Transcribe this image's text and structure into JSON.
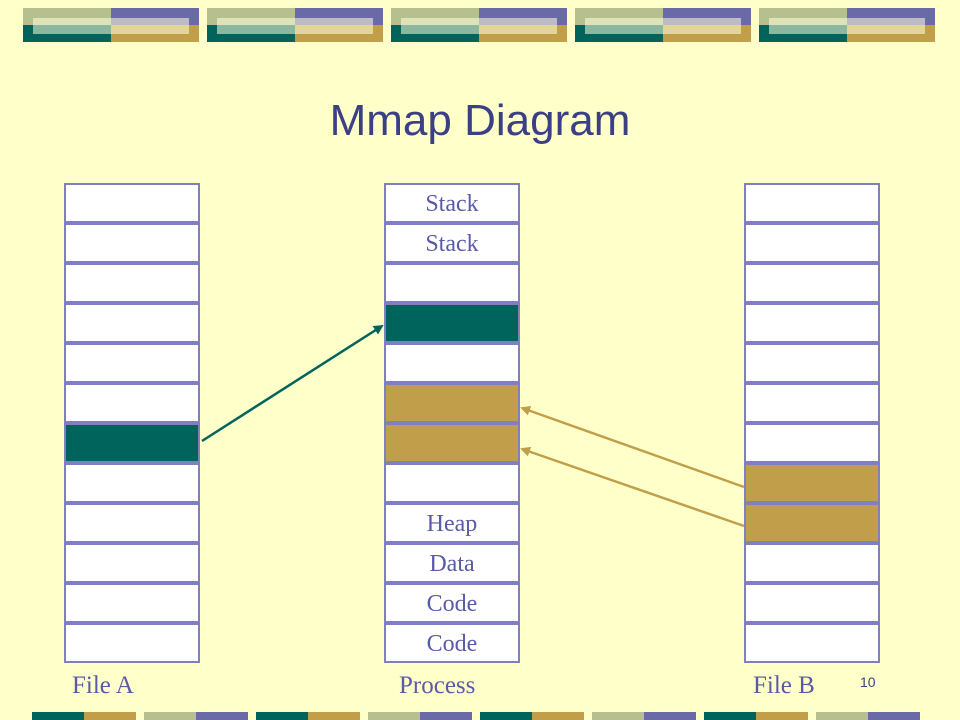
{
  "title": "Mmap Diagram",
  "slide_number": "10",
  "colors": {
    "background": "#ffffc9",
    "title": "#3b3f86",
    "label_text": "#5a5aa6",
    "cell_border": "#8080c0",
    "mapped_dark": "#00635c",
    "mapped_gold": "#c19f4a"
  },
  "file_a": {
    "label": "File A",
    "cells": [
      {
        "text": "",
        "fill": "white"
      },
      {
        "text": "",
        "fill": "white"
      },
      {
        "text": "",
        "fill": "white"
      },
      {
        "text": "",
        "fill": "white"
      },
      {
        "text": "",
        "fill": "white"
      },
      {
        "text": "",
        "fill": "white"
      },
      {
        "text": "",
        "fill": "dark"
      },
      {
        "text": "",
        "fill": "white"
      },
      {
        "text": "",
        "fill": "white"
      },
      {
        "text": "",
        "fill": "white"
      },
      {
        "text": "",
        "fill": "white"
      },
      {
        "text": "",
        "fill": "white"
      }
    ]
  },
  "process": {
    "label": "Process",
    "cells": [
      {
        "text": "Stack",
        "fill": "white"
      },
      {
        "text": "Stack",
        "fill": "white"
      },
      {
        "text": "",
        "fill": "white"
      },
      {
        "text": "",
        "fill": "dark"
      },
      {
        "text": "",
        "fill": "white"
      },
      {
        "text": "",
        "fill": "gold"
      },
      {
        "text": "",
        "fill": "gold"
      },
      {
        "text": "",
        "fill": "white"
      },
      {
        "text": "Heap",
        "fill": "white"
      },
      {
        "text": "Data",
        "fill": "white"
      },
      {
        "text": "Code",
        "fill": "white"
      },
      {
        "text": "Code",
        "fill": "white"
      }
    ]
  },
  "file_b": {
    "label": "File B",
    "cells": [
      {
        "text": "",
        "fill": "white"
      },
      {
        "text": "",
        "fill": "white"
      },
      {
        "text": "",
        "fill": "white"
      },
      {
        "text": "",
        "fill": "white"
      },
      {
        "text": "",
        "fill": "white"
      },
      {
        "text": "",
        "fill": "white"
      },
      {
        "text": "",
        "fill": "white"
      },
      {
        "text": "",
        "fill": "gold"
      },
      {
        "text": "",
        "fill": "gold"
      },
      {
        "text": "",
        "fill": "white"
      },
      {
        "text": "",
        "fill": "white"
      },
      {
        "text": "",
        "fill": "white"
      }
    ]
  }
}
